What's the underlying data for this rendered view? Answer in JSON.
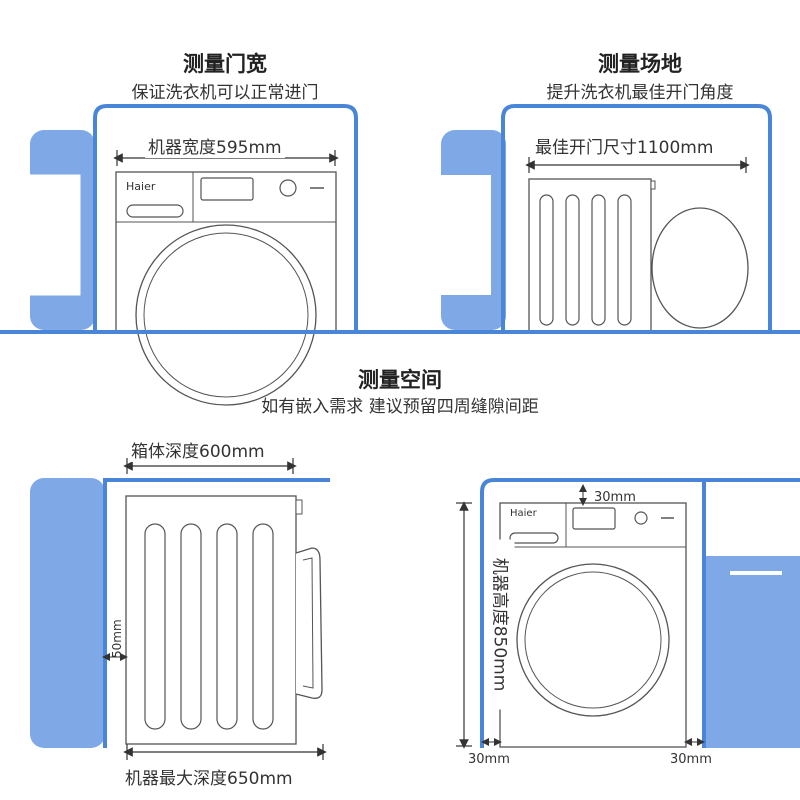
{
  "panels": {
    "door": {
      "title": "测量门宽",
      "subtitle": "保证洗衣机可以正常进门",
      "dimension": "机器宽度595mm",
      "brand": "Haier"
    },
    "site": {
      "title": "测量场地",
      "subtitle": "提升洗衣机最佳开门角度",
      "dimension": "最佳开门尺寸1100mm"
    },
    "space": {
      "title": "测量空间",
      "subtitle": "如有嵌入需求  建议预留四周缝隙间距"
    }
  },
  "side_view": {
    "cabinet_depth": "箱体深度600mm",
    "back_gap": "50mm",
    "max_depth": "机器最大深度650mm"
  },
  "front_view": {
    "brand": "Haier",
    "top_gap": "30mm",
    "height": "机器高度850mm",
    "left_gap": "30mm",
    "right_gap": "30mm"
  },
  "colors": {
    "accent_blue": "#4a86d8",
    "light_blue": "#7fa8e6",
    "outline_gray": "#555555"
  }
}
